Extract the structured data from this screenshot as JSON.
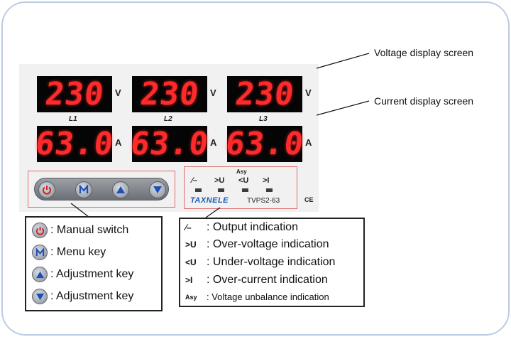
{
  "displays": {
    "voltage_reading": "230",
    "current_reading": "63.0",
    "voltage_unit": "V",
    "current_unit": "A",
    "phases": [
      "L1",
      "L2",
      "L3"
    ]
  },
  "indicators": {
    "asy_label": "Asy",
    "symbols": [
      "⁄–",
      ">U",
      "<U",
      ">I"
    ],
    "brand": "TAXNELE",
    "model": "TVPS2-63",
    "ce_mark": "CE"
  },
  "callouts": {
    "voltage_screen": "Voltage display screen",
    "current_screen": "Current display screen"
  },
  "key_legend": [
    {
      "icon": "power-icon",
      "label": ": Manual switch"
    },
    {
      "icon": "menu-m-icon",
      "label": ": Menu key"
    },
    {
      "icon": "arrow-up-icon",
      "label": ": Adjustment key"
    },
    {
      "icon": "arrow-down-icon",
      "label": ": Adjustment key"
    }
  ],
  "indicator_legend": [
    {
      "symbol": "⁄–",
      "label": ": Output indication"
    },
    {
      "symbol": ">U",
      "label": ": Over-voltage indication"
    },
    {
      "symbol": "<U",
      "label": ": Under-voltage indication"
    },
    {
      "symbol": ">I",
      "label": ": Over-current indication"
    },
    {
      "symbol": "Asy",
      "label": ":  Voltage unbalance indication"
    }
  ],
  "colors": {
    "segment_red": "#ff2a2a",
    "key_icon_red": "#d32020",
    "key_icon_blue": "#1f4fb5",
    "highlight_border": "#e06a6a",
    "frame_border": "#b9cde3"
  }
}
